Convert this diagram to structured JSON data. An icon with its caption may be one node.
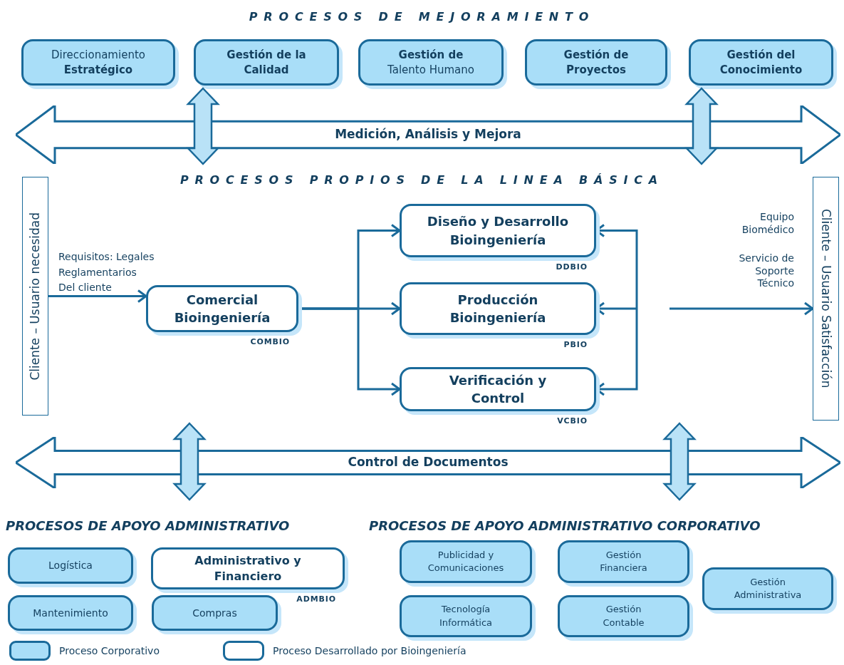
{
  "diagram": {
    "nodes": [
      {
        "text": [
          "Direccionamiento **Estratégico**"
        ]
      },
      {
        "text": [
          "Gestión de la Calidad"
        ]
      },
      {
        "text": [
          "**Gestión de** Talento Humano"
        ]
      },
      {
        "text": [
          "Gestión de Proyectos"
        ]
      },
      {
        "text": [
          "Gestión del Conocimiento"
        ]
      },
      {
        "text": [
          "Medición,  Análisis y Mejora"
        ]
      },
      {
        "text": [
          "Cliente – Usuario necesidad"
        ]
      },
      {
        "text": [
          "Comercial Bioingeniería"
        ],
        "beside": [
          "COMBIO"
        ]
      },
      {
        "text": [
          "Diseño y Desarrollo Bioingeniería"
        ],
        "beside": [
          "DDBIO"
        ]
      },
      {
        "text": [
          "Producción Bioingeniería"
        ],
        "beside": [
          "PBIO"
        ]
      },
      {
        "text": [
          "Verificación y Control"
        ],
        "beside": [
          "VCBIO"
        ]
      },
      {
        "text": [
          "Cliente – Usuario Satisfacción"
        ]
      },
      {
        "text": [
          "Control de Documentos"
        ]
      },
      {
        "text": [
          "Logística"
        ]
      },
      {
        "text": [
          "Administrativo y Financiero"
        ],
        "beside": [
          "ADMBIO"
        ]
      },
      {
        "text": [
          "Mantenimiento"
        ]
      },
      {
        "text": [
          "Compras"
        ]
      },
      {
        "text": [
          "Publicidad y Comunicaciones"
        ]
      },
      {
        "text": [
          "Gestión Financiera"
        ]
      },
      {
        "text": [
          "Gestión Administrativa"
        ]
      },
      {
        "text": [
          "Tecnología Informática"
        ]
      },
      {
        "text": [
          "Gestión Contable"
        ]
      }
    ],
    "edges": [
      {
        "from": 6,
        "to": 7,
        "arrow": "to"
      },
      {
        "from": 7,
        "to": 8,
        "arrow": "to"
      },
      {
        "from": 7,
        "to": 9,
        "arrow": "to"
      },
      {
        "from": 7,
        "to": 10,
        "arrow": "to"
      },
      {
        "from": null,
        "to": 8,
        "arrow": "to"
      },
      {
        "from": null,
        "to": 9,
        "arrow": "to"
      },
      {
        "from": null,
        "to": 10,
        "arrow": "to"
      },
      {
        "from": null,
        "to": 11,
        "arrow": "to"
      },
      {
        "from": 1,
        "to": 5,
        "arrow": "both"
      },
      {
        "from": 4,
        "to": 5,
        "arrow": "both"
      }
    ],
    "labels": [
      "PROCESOS DE MEJORAMIENTO",
      "PROCESOS PROPIOS DE LA LINEA BÁSICA",
      "Requisitos: Legales",
      "Reglamentarios",
      "Del cliente",
      "Equipo Biomédico",
      "Servicio de Soporte Técnico",
      "PROCESOS DE APOYO ADMINISTRATIVO",
      "PROCESOS DE APOYO ADMINISTRATIVO CORPORATIVO"
    ],
    "legend": [
      {
        "text": "Proceso Corporativo",
        "color": "#a9def8"
      },
      {
        "text": "Proceso Desarrollado por Bioingeniería",
        "color": "#ffffff"
      }
    ]
  }
}
